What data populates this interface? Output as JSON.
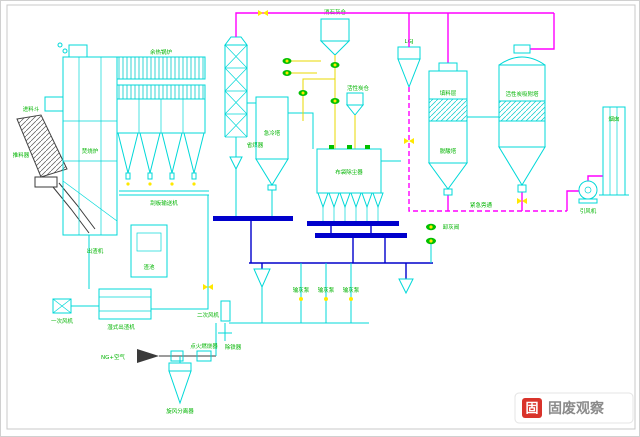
{
  "labels": {
    "feed": "进料斗",
    "pusher": "推料器",
    "incinerator": "焚烧炉",
    "boiler": "余热锅炉",
    "drag_conveyor": "刮板输送机",
    "economizer": "省煤器",
    "quench": "急冷塔",
    "lime_silo": "消石灰仓",
    "carbon_silo": "活性炭仓",
    "baghouse": "布袋除尘器",
    "lgj": "LGJ",
    "packing": "填料层",
    "deacid": "脱酸塔",
    "carbon_tower": "活性炭吸附塔",
    "stack": "烟囱",
    "id_fan": "引风机",
    "bypass": "紧急旁通",
    "ash_valve": "卸灰阀",
    "slag_machine": "湿式出渣机",
    "primary_fan": "一次风机",
    "secondary_fan": "二次风机",
    "iron_remover": "除铁器",
    "igniter": "点火燃烧器",
    "ng_air": "NG+空气",
    "separator": "旋风分离器",
    "ash_pump": "输灰泵",
    "slag_pool": "渣池",
    "slag_discharge": "出渣机"
  },
  "watermark": {
    "logo_char": "固",
    "text": "固废观察"
  },
  "colors": {
    "line_cyan": "#00d8d8",
    "line_magenta": "#ff00ff",
    "line_blue": "#0000cc",
    "label_green": "#00b400",
    "valve_yellow": "#ffe800",
    "watermark_red": "#d9332b"
  }
}
